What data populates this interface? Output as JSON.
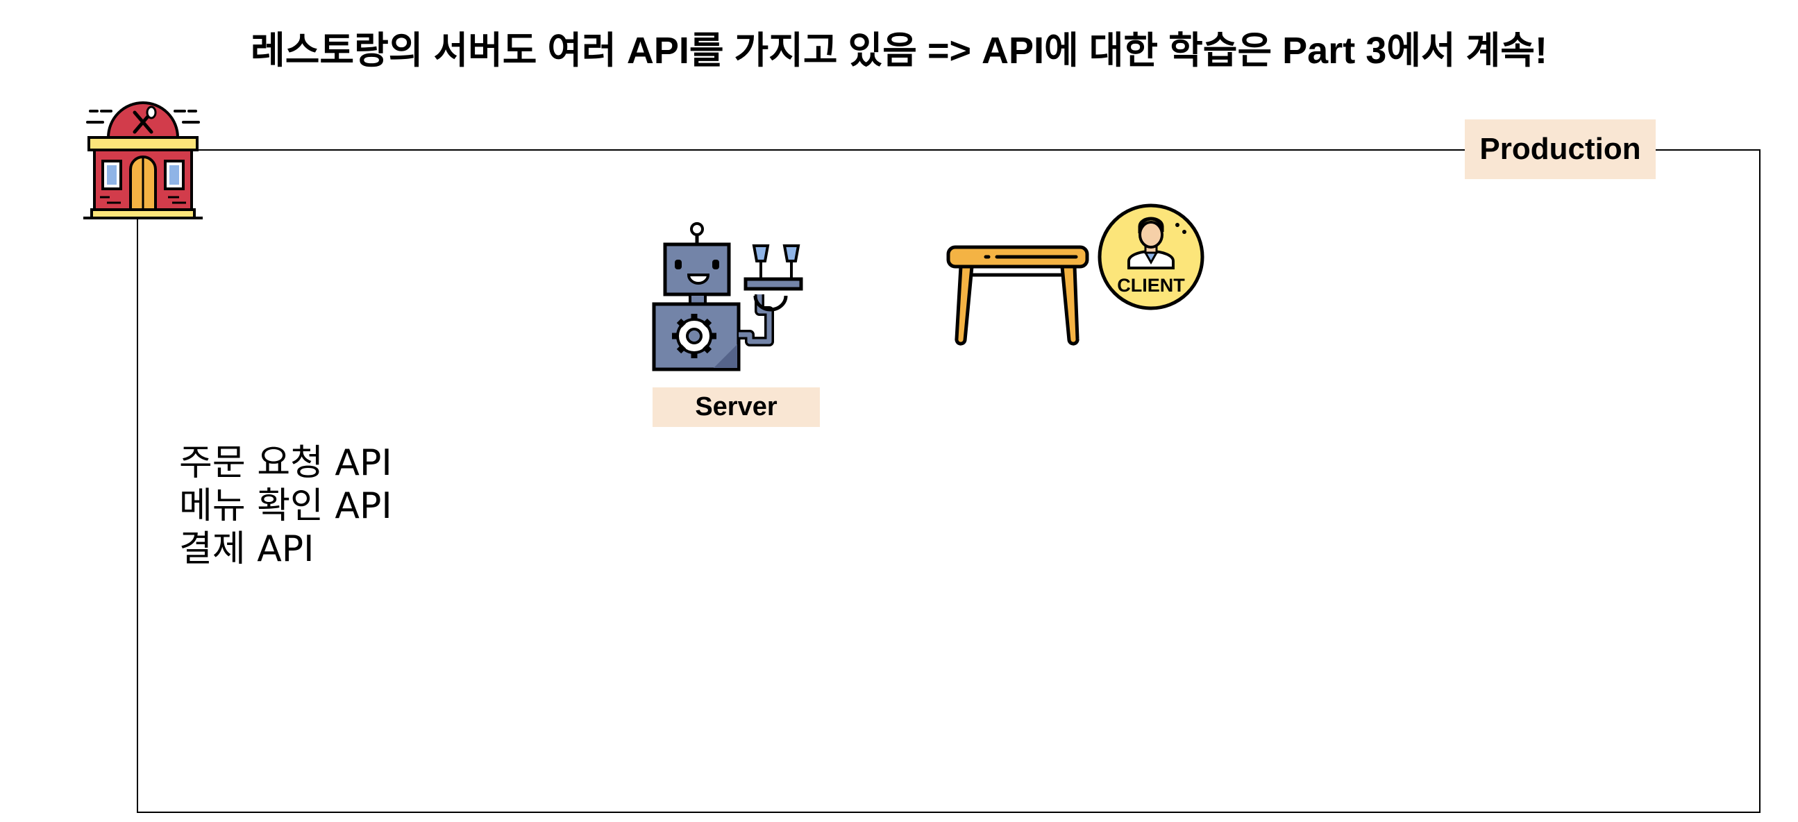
{
  "title": "레스토랑의 서버도 여러 API를 가지고 있음 => API에 대한 학습은 Part 3에서 계속!",
  "production_label": "Production",
  "server_label": "Server",
  "client_badge": "CLIENT",
  "api_list": [
    "주문 요청 API",
    "메뉴 확인 API",
    "결제 API"
  ],
  "icons": {
    "restaurant": "restaurant-icon",
    "robot_server": "robot-server-icon",
    "table": "table-icon",
    "client": "client-icon"
  },
  "colors": {
    "label_bg": "#f9e6d3",
    "restaurant_red": "#d23c4b",
    "robot_blue": "#7384a8",
    "table_orange": "#f4b344",
    "client_yellow": "#fce57a"
  }
}
